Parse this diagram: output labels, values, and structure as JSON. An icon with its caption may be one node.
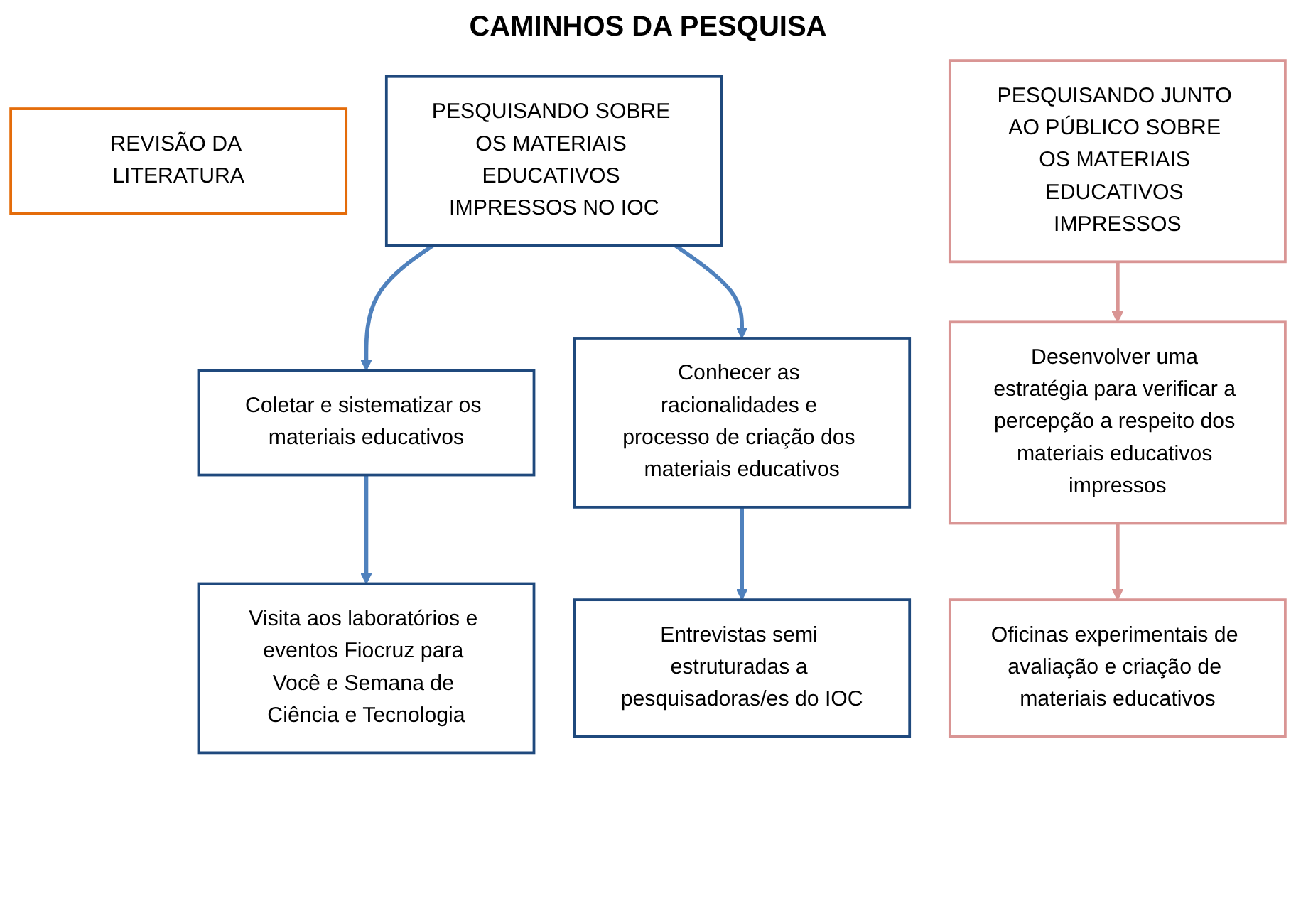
{
  "diagram": {
    "title": "CAMINHOS DA PESQUISA",
    "nodes": [
      {
        "text": [
          "REVISÃO DA LITERATURA"
        ]
      },
      {
        "text": [
          "PESQUISANDO SOBRE OS MATERIAIS EDUCATIVOS IMPRESSOS NO IOC"
        ]
      },
      {
        "text": [
          "PESQUISANDO JUNTO AO PÚBLICO SOBRE OS MATERIAIS EDUCATIVOS IMPRESSOS"
        ]
      },
      {
        "text": [
          "Coletar e sistematizar os materiais educativos"
        ]
      },
      {
        "text": [
          "Conhecer as racionalidades e processo de criação dos materiais educativos"
        ]
      },
      {
        "text": [
          "Desenvolver uma estratégia para verificar a percepção a respeito dos materiais educativos impressos"
        ]
      },
      {
        "text": [
          "Visita aos laboratórios e eventos Fiocruz para Você e Semana de Ciência e Tecnologia"
        ]
      },
      {
        "text": [
          "Entrevistas semi estruturadas a pesquisadoras/es do IOC"
        ]
      },
      {
        "text": [
          "Oficinas experimentais de avaliação e criação de materiais educativos"
        ]
      }
    ],
    "edges": [
      {
        "from": 1,
        "to": 3,
        "arrow": "to"
      },
      {
        "from": 1,
        "to": 4,
        "arrow": "to"
      },
      {
        "from": 2,
        "to": 5,
        "arrow": "to",
        "color": "#d99594"
      },
      {
        "from": 3,
        "to": 6,
        "arrow": "to"
      },
      {
        "from": 4,
        "to": 7,
        "arrow": "to"
      },
      {
        "from": 5,
        "to": 8,
        "arrow": "to",
        "color": "#d99594"
      }
    ]
  }
}
